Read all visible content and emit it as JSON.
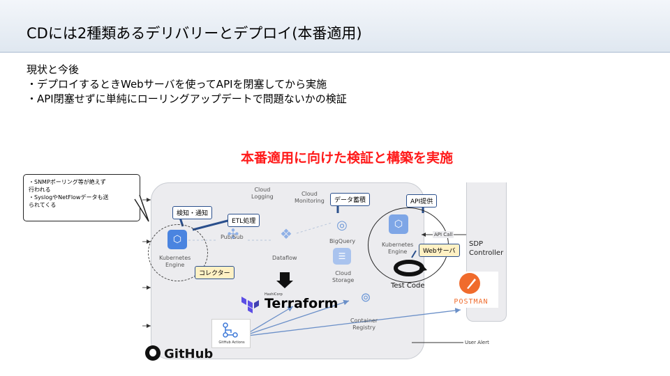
{
  "slide": {
    "title": "CDには2種類あるデリバリーとデプロイ(本番適用)",
    "body_lines": [
      "現状と今後",
      "・デプロイするときWebサーバを使ってAPIを閉塞してから実施",
      "・API閉塞せずに単純にローリングアップデートで問題ないかの検証"
    ],
    "callout": "本番適用に向けた検証と構築を実施"
  },
  "note": {
    "lines": [
      "・SNMPポーリング等が絶えず",
      "行われる",
      "・SyslogやNetFlowデータも送",
      "られてくる"
    ]
  },
  "diagram": {
    "cloud_logging": "Cloud\nLogging",
    "cloud_monitoring": "Cloud\nMonitoring",
    "pubsub": "Pub/Sub",
    "dataflow": "Dataflow",
    "bigquery": "BigQuery",
    "cloud_storage": "Cloud\nStorage",
    "container_registry": "Container\nRegistry",
    "kubernetes_left": "Kubernetes\nEngine",
    "kubernetes_right": "Kubernetes\nEngine",
    "test_code": "Test Code",
    "api_call": "API Call",
    "user_alert": "User Alert",
    "sdp_controller": "SDP\nController",
    "terraform_by": "HashiCorp",
    "terraform": "Terraform",
    "github_actions": "GitHub Actions",
    "postman": "POSTMAN",
    "github": "GitHub"
  },
  "tags": {
    "detect_notify": "検知・通知",
    "etl": "ETL処理",
    "collector": "コレクター",
    "data_store": "データ蓄積",
    "api_provide": "API提供",
    "web_server": "Webサーバ"
  },
  "colors": {
    "header_band": "#dfe7f0",
    "callout_red": "#ff1a1a",
    "tag_border": "#2a4f8c",
    "tag_yellow": "#fff1c4",
    "gcp_blue": "#4a84e0",
    "postman_orange": "#f06b2c",
    "arrow_blue": "#6a8fc8"
  },
  "icons": [
    "gke-icon",
    "pubsub-icon",
    "dataflow-icon",
    "bigquery-icon",
    "cloud-storage-icon",
    "container-registry-icon",
    "terraform-icon",
    "github-actions-icon",
    "postman-icon",
    "github-icon",
    "cycle-arrow-icon",
    "down-arrow-icon"
  ]
}
